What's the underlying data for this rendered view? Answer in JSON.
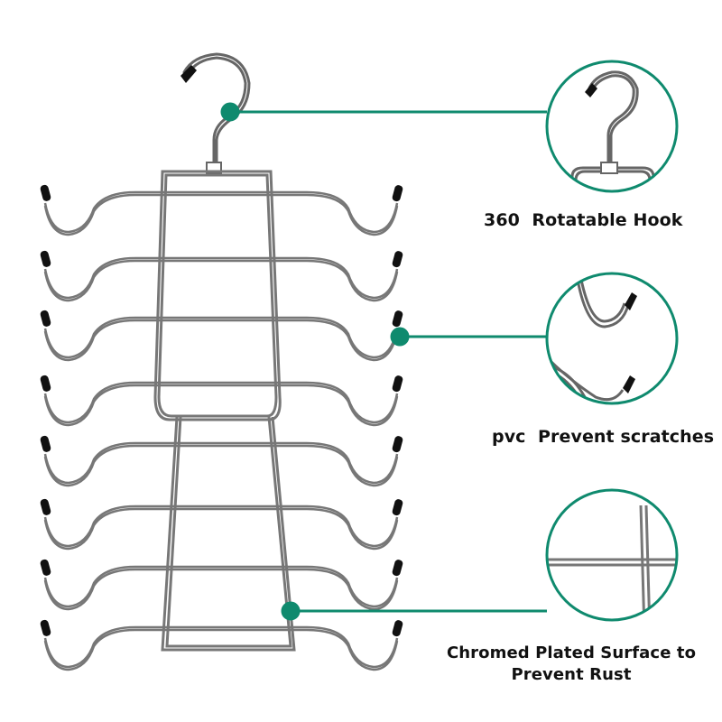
{
  "accent_color": "#0f8a6e",
  "callouts": [
    {
      "label": "360  Rotatable Hook"
    },
    {
      "label": "pvc  Prevent scratches"
    },
    {
      "label": "Chromed Plated Surface to Prevent Rust"
    }
  ]
}
